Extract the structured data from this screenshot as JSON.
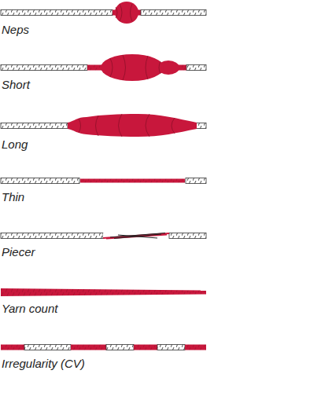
{
  "diagram": {
    "labels": [
      "Neps",
      "Short",
      "Long",
      "Thin",
      "Piecer",
      "Yarn count",
      "Irregularity (CV)"
    ]
  }
}
